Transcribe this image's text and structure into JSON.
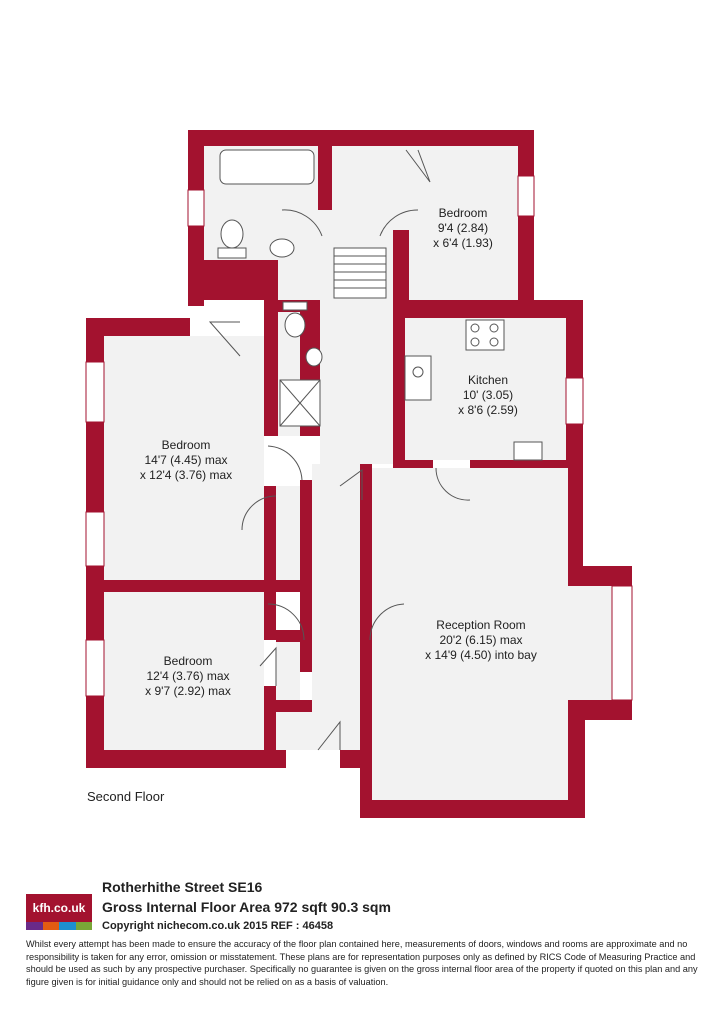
{
  "colors": {
    "wall": "#a3122f",
    "floor": "#f2f2f2",
    "fixture_line": "#555555"
  },
  "rooms": [
    {
      "name": "Bedroom",
      "dim1": "9'4 (2.84)",
      "dim2": "x 6'4 (1.93)"
    },
    {
      "name": "Kitchen",
      "dim1": "10' (3.05)",
      "dim2": "x 8'6 (2.59)"
    },
    {
      "name": "Bedroom",
      "dim1": "14'7 (4.45) max",
      "dim2": "x 12'4 (3.76) max"
    },
    {
      "name": "Reception Room",
      "dim1": "20'2 (6.15) max",
      "dim2": "x 14'9 (4.50) into bay"
    },
    {
      "name": "Bedroom",
      "dim1": "12'4 (3.76) max",
      "dim2": "x 9'7 (2.92) max"
    }
  ],
  "floor_label": "Second Floor",
  "footer": {
    "logo_text": "kfh.co.uk",
    "logo_stripe_colors": [
      "#6a2a88",
      "#e35b12",
      "#1d8fcf",
      "#7aa637"
    ],
    "address": "Rotherhithe Street  SE16",
    "area": "Gross Internal Floor Area 972 sqft 90.3 sqm",
    "copyright": "Copyright nichecom.co.uk 2015 REF : 46458",
    "disclaimer": "Whilst every attempt has been made to ensure the accuracy of the floor plan contained here, measurements of doors, windows and rooms are approximate and no responsibility is taken for any error, omission or misstatement.  These plans are for representation purposes only as defined by RICS Code of Measuring Practice and should be used as such by any prospective purchaser.  Specifically no guarantee is given on the gross internal floor area of the property if quoted on this plan and any figure given is for initial guidance only and should not be relied on as a basis of valuation."
  }
}
